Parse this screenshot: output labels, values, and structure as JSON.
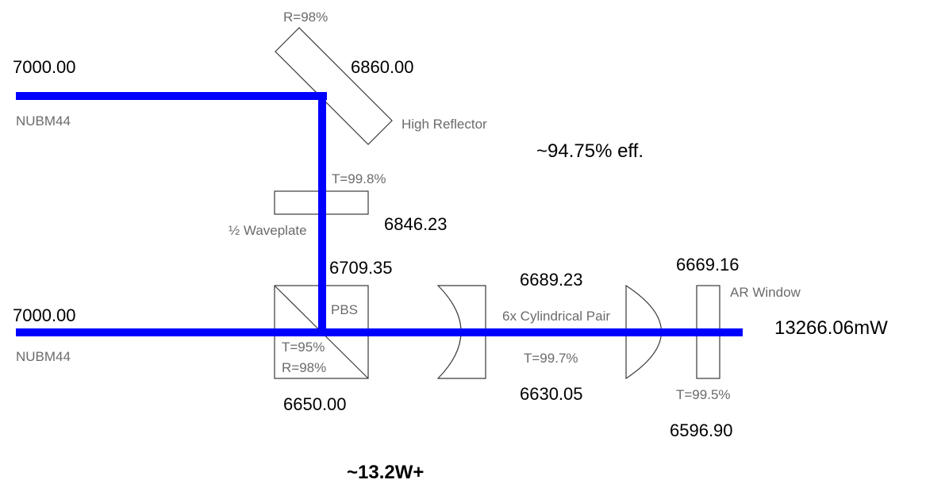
{
  "colors": {
    "beam": "#0000ff",
    "outline": "#3a3a3a",
    "label": "#6b6b6b"
  },
  "top_laser": {
    "power": "7000.00",
    "name": "NUBM44"
  },
  "bottom_laser": {
    "power": "7000.00",
    "name": "NUBM44"
  },
  "high_reflector": {
    "reflectivity": "R=98%",
    "power_after": "6860.00",
    "name": "High Reflector"
  },
  "waveplate": {
    "transmission": "T=99.8%",
    "name": "½ Waveplate",
    "power_after": "6846.23"
  },
  "pbs": {
    "name": "PBS",
    "power_reflected_in": "6709.35",
    "transmission": "T=95%",
    "reflectivity": "R=98%",
    "power_transmitted": "6650.00"
  },
  "cylindrical_pair": {
    "name": "6x Cylindrical Pair",
    "power_before": "6689.23",
    "transmission": "T=99.7%",
    "power_after": "6630.05"
  },
  "ar_window": {
    "name": "AR Window",
    "power_before": "6669.16",
    "transmission": "T=99.5%",
    "power_after": "6596.90"
  },
  "output": {
    "power": "13266.06mW"
  },
  "efficiency": "~94.75% eff.",
  "total": "~13.2W+"
}
